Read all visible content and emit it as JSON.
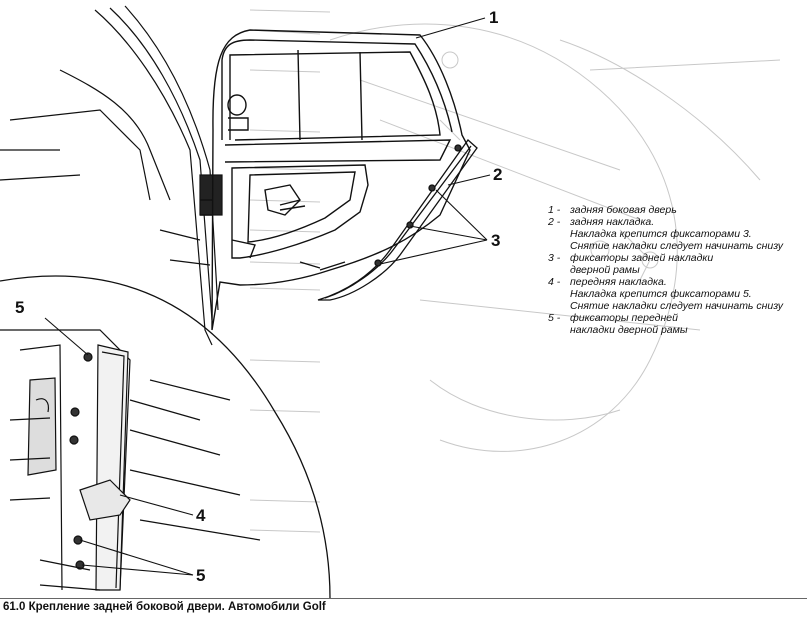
{
  "callouts": [
    "1",
    "2",
    "3",
    "4",
    "5",
    "5"
  ],
  "legend": [
    {
      "num": "1 -",
      "lines": [
        "задняя боковая дверь"
      ]
    },
    {
      "num": "2 -",
      "lines": [
        "задняя накладка.",
        "Накладка крепится фиксаторами 3.",
        "Снятие накладки следует начинать снизу"
      ]
    },
    {
      "num": "3 -",
      "lines": [
        "фиксаторы задней накладки",
        "дверной рамы"
      ]
    },
    {
      "num": "4 -",
      "lines": [
        "передняя накладка.",
        "Накладка крепится фиксаторами 5.",
        "Снятие накладки следует начинать снизу"
      ]
    },
    {
      "num": "5 -",
      "lines": [
        "фиксаторы передней",
        "накладки дверной рамы"
      ]
    }
  ],
  "caption": "61.0 Крепление задней боковой двери. Автомобили Golf",
  "colors": {
    "ink": "#111111",
    "faint": "#c4c4c4",
    "paper": "#ffffff"
  }
}
